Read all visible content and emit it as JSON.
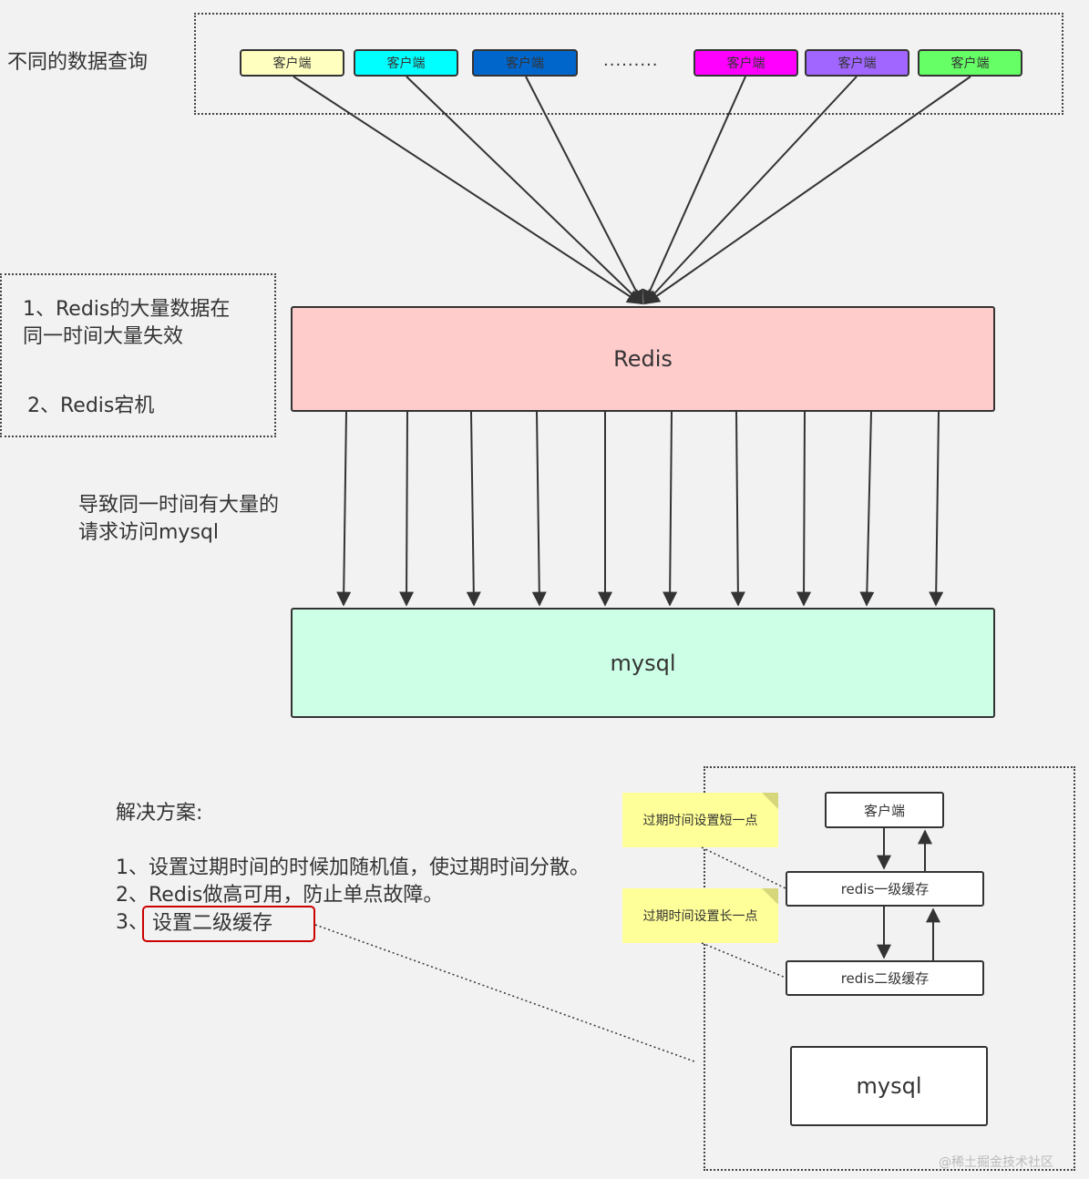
{
  "colors": {
    "client_fills": [
      "#ffffc0",
      "#00ffff",
      "#0066cc",
      "#ff00ff",
      "#a066ff",
      "#66ff66"
    ],
    "redis_fill": "#ffcccc",
    "mysql_fill": "#ccffe6",
    "note_fill": "#ffff99",
    "highlight_border": "#cc0000"
  },
  "top": {
    "label": "不同的数据查询",
    "clients": [
      "客户端",
      "客户端",
      "客户端",
      "客户端",
      "客户端",
      "客户端"
    ],
    "ellipsis": "........."
  },
  "causes": {
    "line1": "1、Redis的大量数据在",
    "line2": "同一时间大量失效",
    "line3": "2、Redis宕机"
  },
  "redis": {
    "label": "Redis"
  },
  "consequence": {
    "line1": "导致同一时间有大量的",
    "line2": "请求访问mysql"
  },
  "mysql": {
    "label": "mysql"
  },
  "solution": {
    "title": "解决方案:",
    "item1": "1、设置过期时间的时候加随机值，使过期时间分散。",
    "item2": "2、Redis做高可用，防止单点故障。",
    "item3_prefix": "3、",
    "item3_highlight": "设置二级缓存"
  },
  "cache_diagram": {
    "client": "客户端",
    "level1": "redis一级缓存",
    "level2": "redis二级缓存",
    "db": "mysql",
    "note1": "过期时间设置短一点",
    "note2": "过期时间设置长一点"
  },
  "watermark": "@稀土掘金技术社区"
}
